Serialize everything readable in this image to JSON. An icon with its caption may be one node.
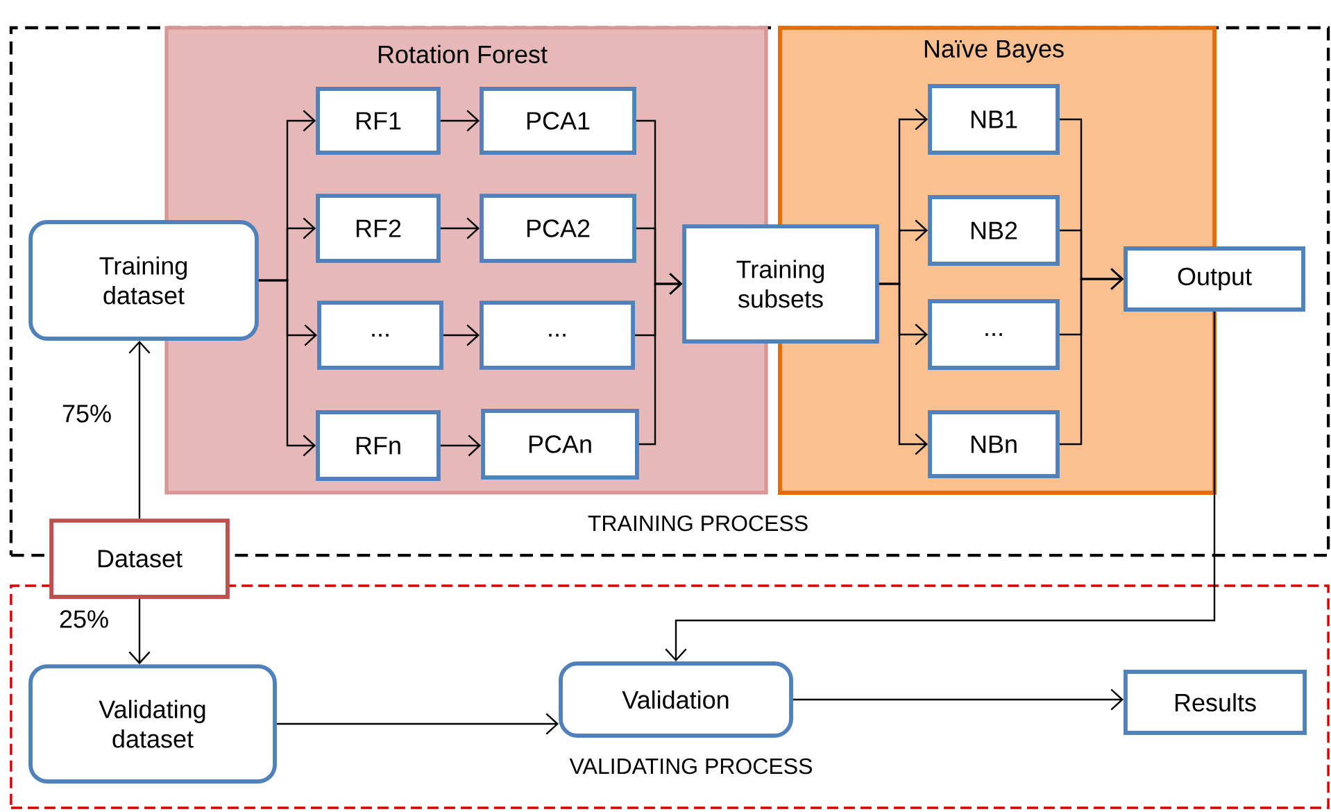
{
  "diagram": {
    "nodes": [
      {
        "text": [
          "TRAINING PROCESS"
        ]
      },
      {
        "text": [
          "VALIDATING PROCESS"
        ]
      },
      {
        "text": [
          "Rotation Forest"
        ],
        "in": 0
      },
      {
        "text": [
          "Naïve Bayes"
        ],
        "in": 0
      },
      {
        "text": [
          "Training dataset"
        ],
        "in": 0
      },
      {
        "text": [
          "RF1"
        ],
        "in": 2
      },
      {
        "text": [
          "PCA1"
        ],
        "in": 2
      },
      {
        "text": [
          "RF2"
        ],
        "in": 2
      },
      {
        "text": [
          "PCA2"
        ],
        "in": 2
      },
      {
        "text": [
          "..."
        ],
        "in": 2
      },
      {
        "text": [
          "..."
        ],
        "in": 2
      },
      {
        "text": [
          "RFn"
        ],
        "in": 2
      },
      {
        "text": [
          "PCAn"
        ],
        "in": 2
      },
      {
        "text": [
          "Training subsets"
        ],
        "in": 0
      },
      {
        "text": [
          "NB1"
        ],
        "in": 3
      },
      {
        "text": [
          "NB2"
        ],
        "in": 3
      },
      {
        "text": [
          "..."
        ],
        "in": 3
      },
      {
        "text": [
          "NBn"
        ],
        "in": 3
      },
      {
        "text": [
          "Output"
        ],
        "in": 0
      },
      {
        "text": [
          "Dataset"
        ]
      },
      {
        "text": [
          "Validating dataset"
        ],
        "in": 1
      },
      {
        "text": [
          "Validation"
        ],
        "in": 1
      },
      {
        "text": [
          "Results"
        ],
        "in": 1
      }
    ],
    "edges": [
      {
        "from": 19,
        "to": 4,
        "arrow": "to",
        "label": "75%"
      },
      {
        "from": 19,
        "to": 20,
        "arrow": "to",
        "label": "25%"
      },
      {
        "from": 4,
        "to": 5,
        "arrow": "to"
      },
      {
        "from": 4,
        "to": 7,
        "arrow": "to"
      },
      {
        "from": 4,
        "to": 9,
        "arrow": "to"
      },
      {
        "from": 4,
        "to": 11,
        "arrow": "to"
      },
      {
        "from": 5,
        "to": 6,
        "arrow": "to"
      },
      {
        "from": 7,
        "to": 8,
        "arrow": "to"
      },
      {
        "from": 9,
        "to": 10,
        "arrow": "to"
      },
      {
        "from": 11,
        "to": 12,
        "arrow": "to"
      },
      {
        "from": 6,
        "to": 13,
        "arrow": "to"
      },
      {
        "from": 8,
        "to": 13,
        "arrow": "to"
      },
      {
        "from": 10,
        "to": 13,
        "arrow": "to"
      },
      {
        "from": 12,
        "to": 13,
        "arrow": "to"
      },
      {
        "from": 13,
        "to": 14,
        "arrow": "to"
      },
      {
        "from": 13,
        "to": 15,
        "arrow": "to"
      },
      {
        "from": 13,
        "to": 16,
        "arrow": "to"
      },
      {
        "from": 13,
        "to": 17,
        "arrow": "to"
      },
      {
        "from": 14,
        "to": 18,
        "arrow": "to"
      },
      {
        "from": 15,
        "to": 18,
        "arrow": "to"
      },
      {
        "from": 16,
        "to": 18,
        "arrow": "to"
      },
      {
        "from": 17,
        "to": 18,
        "arrow": "to"
      },
      {
        "from": 18,
        "to": 21,
        "arrow": "to"
      },
      {
        "from": 20,
        "to": 21,
        "arrow": "to"
      },
      {
        "from": 21,
        "to": 22,
        "arrow": "to"
      }
    ]
  }
}
